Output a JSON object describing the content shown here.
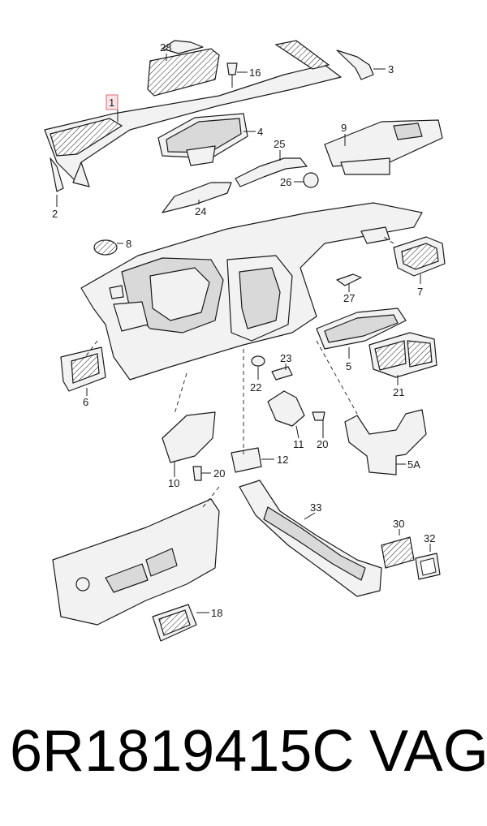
{
  "diagram": {
    "callouts": {
      "c1": "1",
      "c2": "2",
      "c3": "3",
      "c4": "4",
      "c5": "5",
      "c5a": "5A",
      "c6": "6",
      "c7": "7",
      "c8": "8",
      "c9": "9",
      "c10": "10",
      "c11": "11",
      "c12": "12",
      "c16": "16",
      "c18": "18",
      "c20a": "20",
      "c20b": "20",
      "c21": "21",
      "c22": "22",
      "c23": "23",
      "c24": "24",
      "c25": "25",
      "c26": "26",
      "c27": "27",
      "c28": "28",
      "c30": "30",
      "c32": "32",
      "c33": "33"
    },
    "highlight_color": "#fbe4e6"
  },
  "footer": {
    "part_number": "6R1819415C",
    "brand": "VAG"
  }
}
